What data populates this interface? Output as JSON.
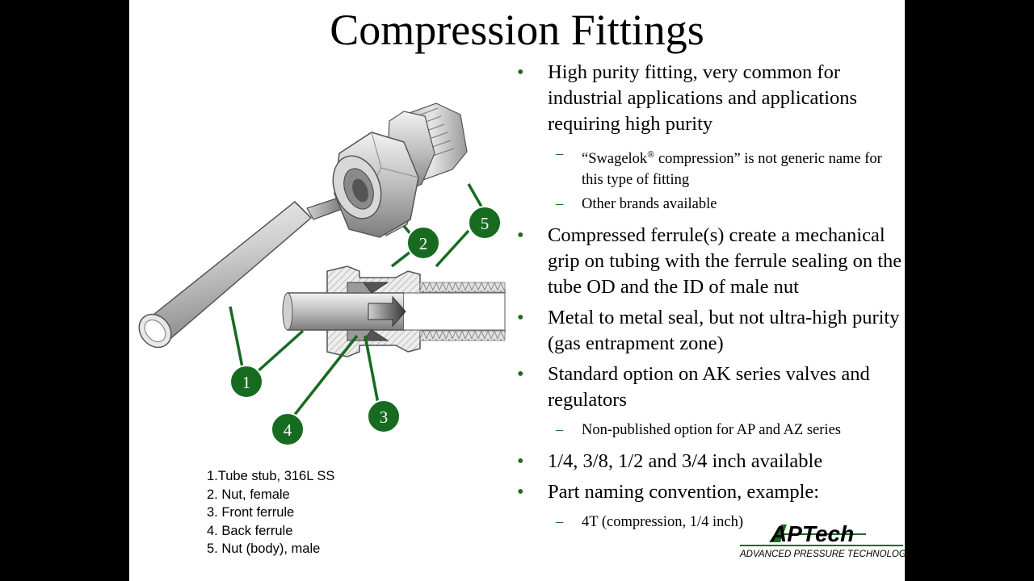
{
  "title": "Compression Fittings",
  "callouts": [
    "1",
    "2",
    "3",
    "4",
    "5"
  ],
  "legend": [
    "1.Tube stub, 316L SS",
    "2. Nut, female",
    "3. Front ferrule",
    "4. Back ferrule",
    "5. Nut (body), male"
  ],
  "bullets": [
    {
      "text": "High purity fitting, very common for industrial applications and applications requiring high purity",
      "subs": [
        {
          "pre": "“Swagelok",
          "sup": "®",
          "post": " compression” is not generic name for this type of fitting"
        },
        {
          "pre": "Other brands available"
        }
      ]
    },
    {
      "text": "Compressed ferrule(s) create a mechanical grip on tubing with the ferrule sealing on the tube OD and the ID of male nut"
    },
    {
      "text": "Metal to metal seal, but not ultra-high purity (gas entrapment zone)"
    },
    {
      "text": "Standard option on AK series valves and regulators",
      "subs": [
        {
          "pre": "Non-published option for AP and AZ series"
        }
      ]
    },
    {
      "text": "1/4, 3/8, 1/2  and 3/4 inch available"
    },
    {
      "text": "Part naming convention, example:",
      "subs": [
        {
          "pre": "4T (compression, 1/4 inch)"
        }
      ]
    }
  ],
  "logo": {
    "brand": "APTech",
    "tagline": "ADVANCED PRESSURE TECHNOLOGY"
  },
  "colors": {
    "accent_green": "#1e6b1e",
    "callout_green": "#176b20",
    "text": "#000000"
  }
}
